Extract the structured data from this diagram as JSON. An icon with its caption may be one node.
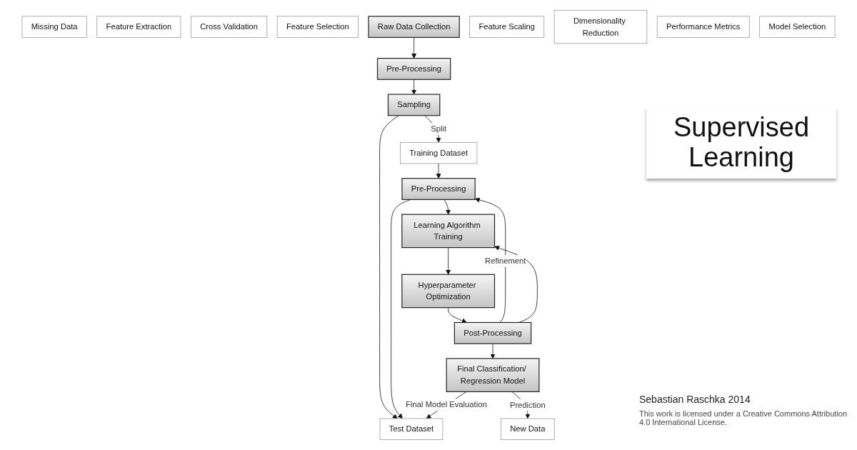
{
  "diagram": {
    "title": "Supervised Learning",
    "nodes": [
      {
        "text": [
          "Raw Data Collection"
        ]
      },
      {
        "text": [
          "Missing Data"
        ]
      },
      {
        "text": [
          "Feature Extraction"
        ]
      },
      {
        "text": [
          "Pre-Processing"
        ]
      },
      {
        "text": [
          "Sampling"
        ]
      },
      {
        "text": [
          "Training Dataset"
        ]
      },
      {
        "text": [
          "Cross Validation"
        ]
      },
      {
        "text": [
          "Feature Selection"
        ]
      },
      {
        "text": [
          "Feature Scaling"
        ]
      },
      {
        "text": [
          "Dimensionality Reduction"
        ]
      },
      {
        "text": [
          "Pre-Processing"
        ]
      },
      {
        "text": [
          "Test Dataset"
        ]
      },
      {
        "text": [
          "New Data"
        ]
      },
      {
        "text": [
          "Learning Algorithm Training"
        ]
      },
      {
        "text": [
          "Hyperparameter Optimization"
        ]
      },
      {
        "text": [
          "Performance Metrics"
        ]
      },
      {
        "text": [
          "Model Selection"
        ]
      },
      {
        "text": [
          "Post-Processing"
        ]
      },
      {
        "text": [
          "Final Classification/ Regression Model"
        ]
      }
    ],
    "edges": [
      {
        "from": 0,
        "to": 3,
        "arrow": "to"
      },
      {
        "from": 3,
        "to": 4,
        "arrow": "to"
      },
      {
        "from": 4,
        "to": 5,
        "arrow": "to",
        "label": "Split"
      },
      {
        "from": 4,
        "to": 11,
        "arrow": "to"
      },
      {
        "from": 5,
        "to": 10,
        "arrow": "to"
      },
      {
        "from": 10,
        "to": 11,
        "arrow": "to"
      },
      {
        "from": 10,
        "to": 13,
        "arrow": "to"
      },
      {
        "from": 13,
        "to": 14,
        "arrow": "to"
      },
      {
        "from": 14,
        "to": 17,
        "arrow": "to"
      },
      {
        "from": 17,
        "to": 18,
        "arrow": "to"
      },
      {
        "from": 17,
        "to": 10,
        "arrow": "to",
        "label": "Refinement"
      },
      {
        "from": 17,
        "to": 13,
        "arrow": "to"
      },
      {
        "from": 18,
        "to": 11,
        "arrow": "to",
        "label": "Final Model Evaluation"
      },
      {
        "from": 18,
        "to": 12,
        "arrow": "to",
        "label": "Prediction"
      }
    ],
    "labels": [
      "Sebastian Raschka 2014",
      "This work is licensed under a Creative Commons Attribution 4.0 International License."
    ]
  }
}
